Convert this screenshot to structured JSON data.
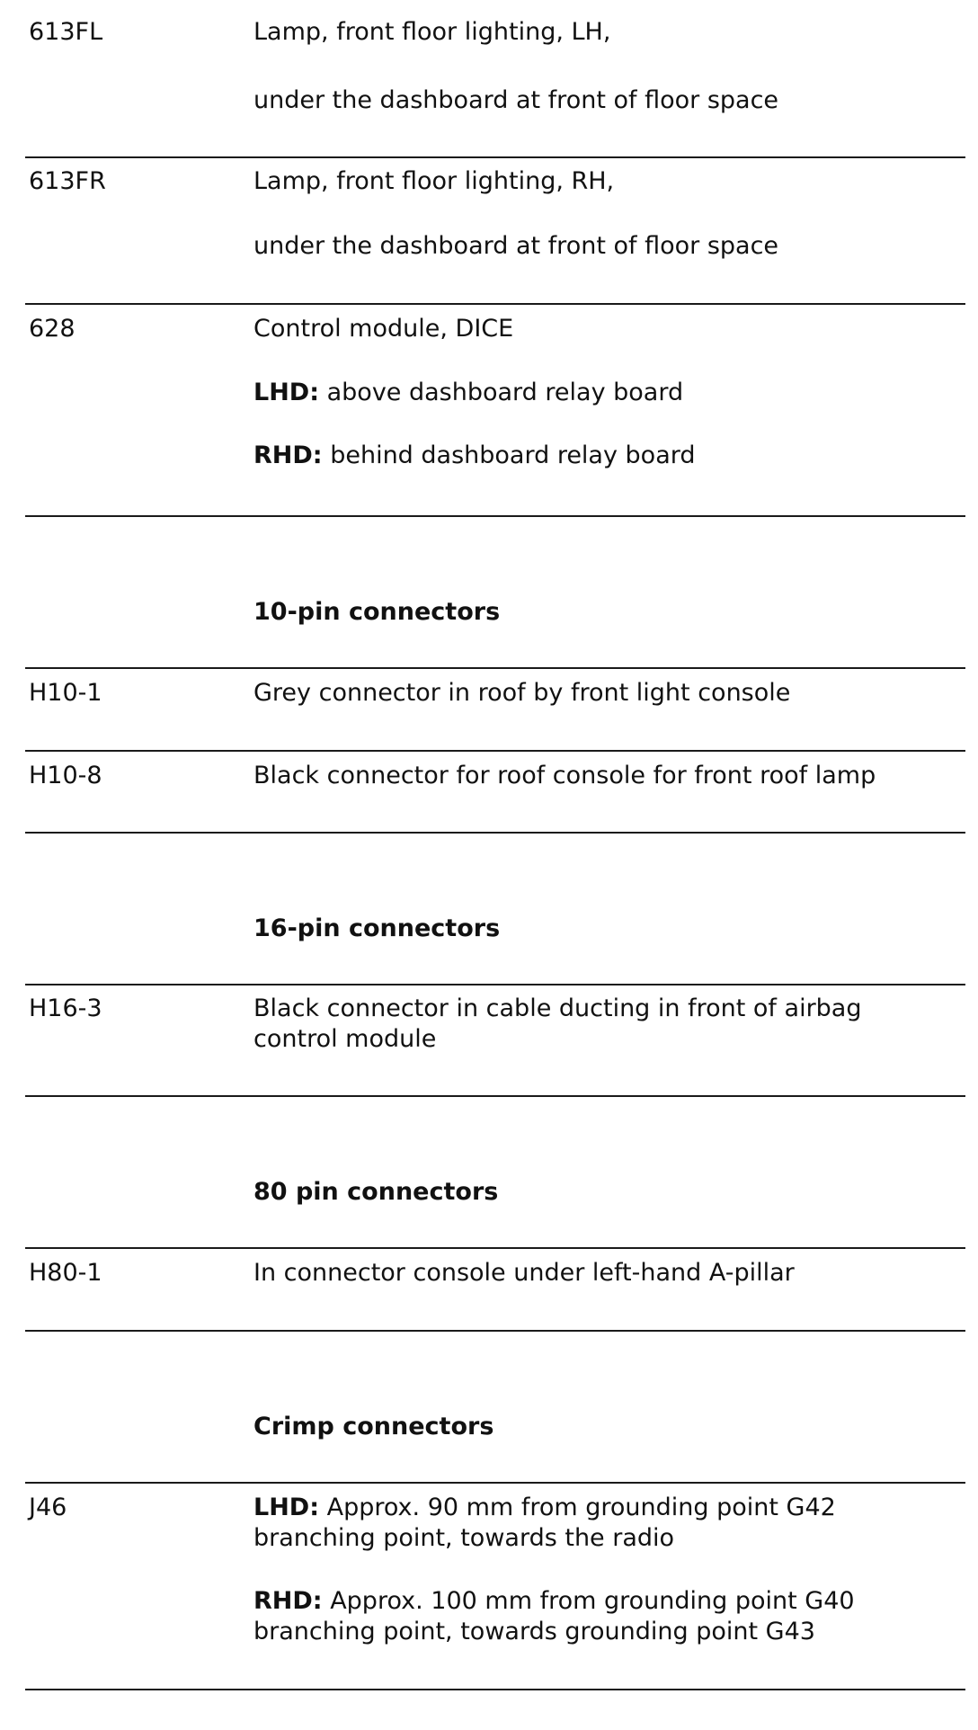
{
  "rows": [
    {
      "code": "613FL",
      "lines": [
        "Lamp, front floor lighting, LH,",
        "under the dashboard at front of floor space"
      ]
    },
    {
      "code": "613FR",
      "lines": [
        "Lamp, front floor lighting, RH,",
        "under the dashboard at front of floor space"
      ]
    },
    {
      "code": "628",
      "lines": [
        "Control module, DICE"
      ],
      "lhd": "above dashboard relay board",
      "rhd": "behind dashboard relay board"
    }
  ],
  "labels": {
    "lhd": "LHD:",
    "rhd": "RHD:"
  },
  "sections": [
    {
      "heading": "10-pin connectors",
      "rows": [
        {
          "code": "H10-1",
          "text": "Grey connector in roof by front light console"
        },
        {
          "code": "H10-8",
          "text": "Black connector for roof console for front roof lamp"
        }
      ]
    },
    {
      "heading": "16-pin connectors",
      "rows": [
        {
          "code": "H16-3",
          "lines": [
            "Black connector in cable ducting in front of airbag",
            "control module"
          ]
        }
      ]
    },
    {
      "heading": "80 pin connectors",
      "rows": [
        {
          "code": "H80-1",
          "text": "In connector console under left-hand A-pillar"
        }
      ]
    },
    {
      "heading": "Crimp connectors",
      "rows": [
        {
          "code": "J46",
          "lhd_lines": [
            "Approx. 90 mm from grounding point G42",
            "branching point, towards the radio"
          ],
          "rhd_lines": [
            "Approx. 100 mm from grounding point G40",
            "branching point, towards grounding point G43"
          ]
        }
      ]
    }
  ]
}
